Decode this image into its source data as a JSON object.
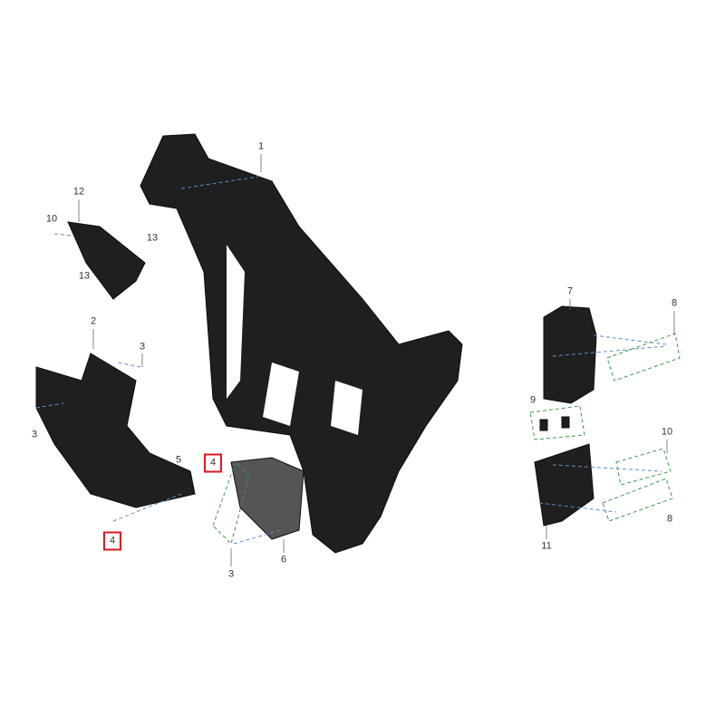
{
  "diagram": {
    "callouts": [
      {
        "id": "c1",
        "text": "1"
      },
      {
        "id": "c12",
        "text": "12"
      },
      {
        "id": "c10a",
        "text": "10"
      },
      {
        "id": "c13a",
        "text": "13"
      },
      {
        "id": "c13b",
        "text": "13"
      },
      {
        "id": "c2",
        "text": "2"
      },
      {
        "id": "c3a",
        "text": "3"
      },
      {
        "id": "c3b",
        "text": "3"
      },
      {
        "id": "c5",
        "text": "5"
      },
      {
        "id": "c4a",
        "text": "4",
        "highlighted": true
      },
      {
        "id": "c4b",
        "text": "4",
        "highlighted": true
      },
      {
        "id": "c3c",
        "text": "3"
      },
      {
        "id": "c6",
        "text": "6"
      },
      {
        "id": "c7",
        "text": "7"
      },
      {
        "id": "c8a",
        "text": "8"
      },
      {
        "id": "c9",
        "text": "9"
      },
      {
        "id": "c10b",
        "text": "10"
      },
      {
        "id": "c11",
        "text": "11"
      },
      {
        "id": "c8b",
        "text": "8"
      }
    ],
    "colors": {
      "part": "#1e1e1e",
      "highlight": "#e0141e",
      "dash_blue": "#5a8fd0",
      "dash_green": "#3a9a4a"
    }
  }
}
